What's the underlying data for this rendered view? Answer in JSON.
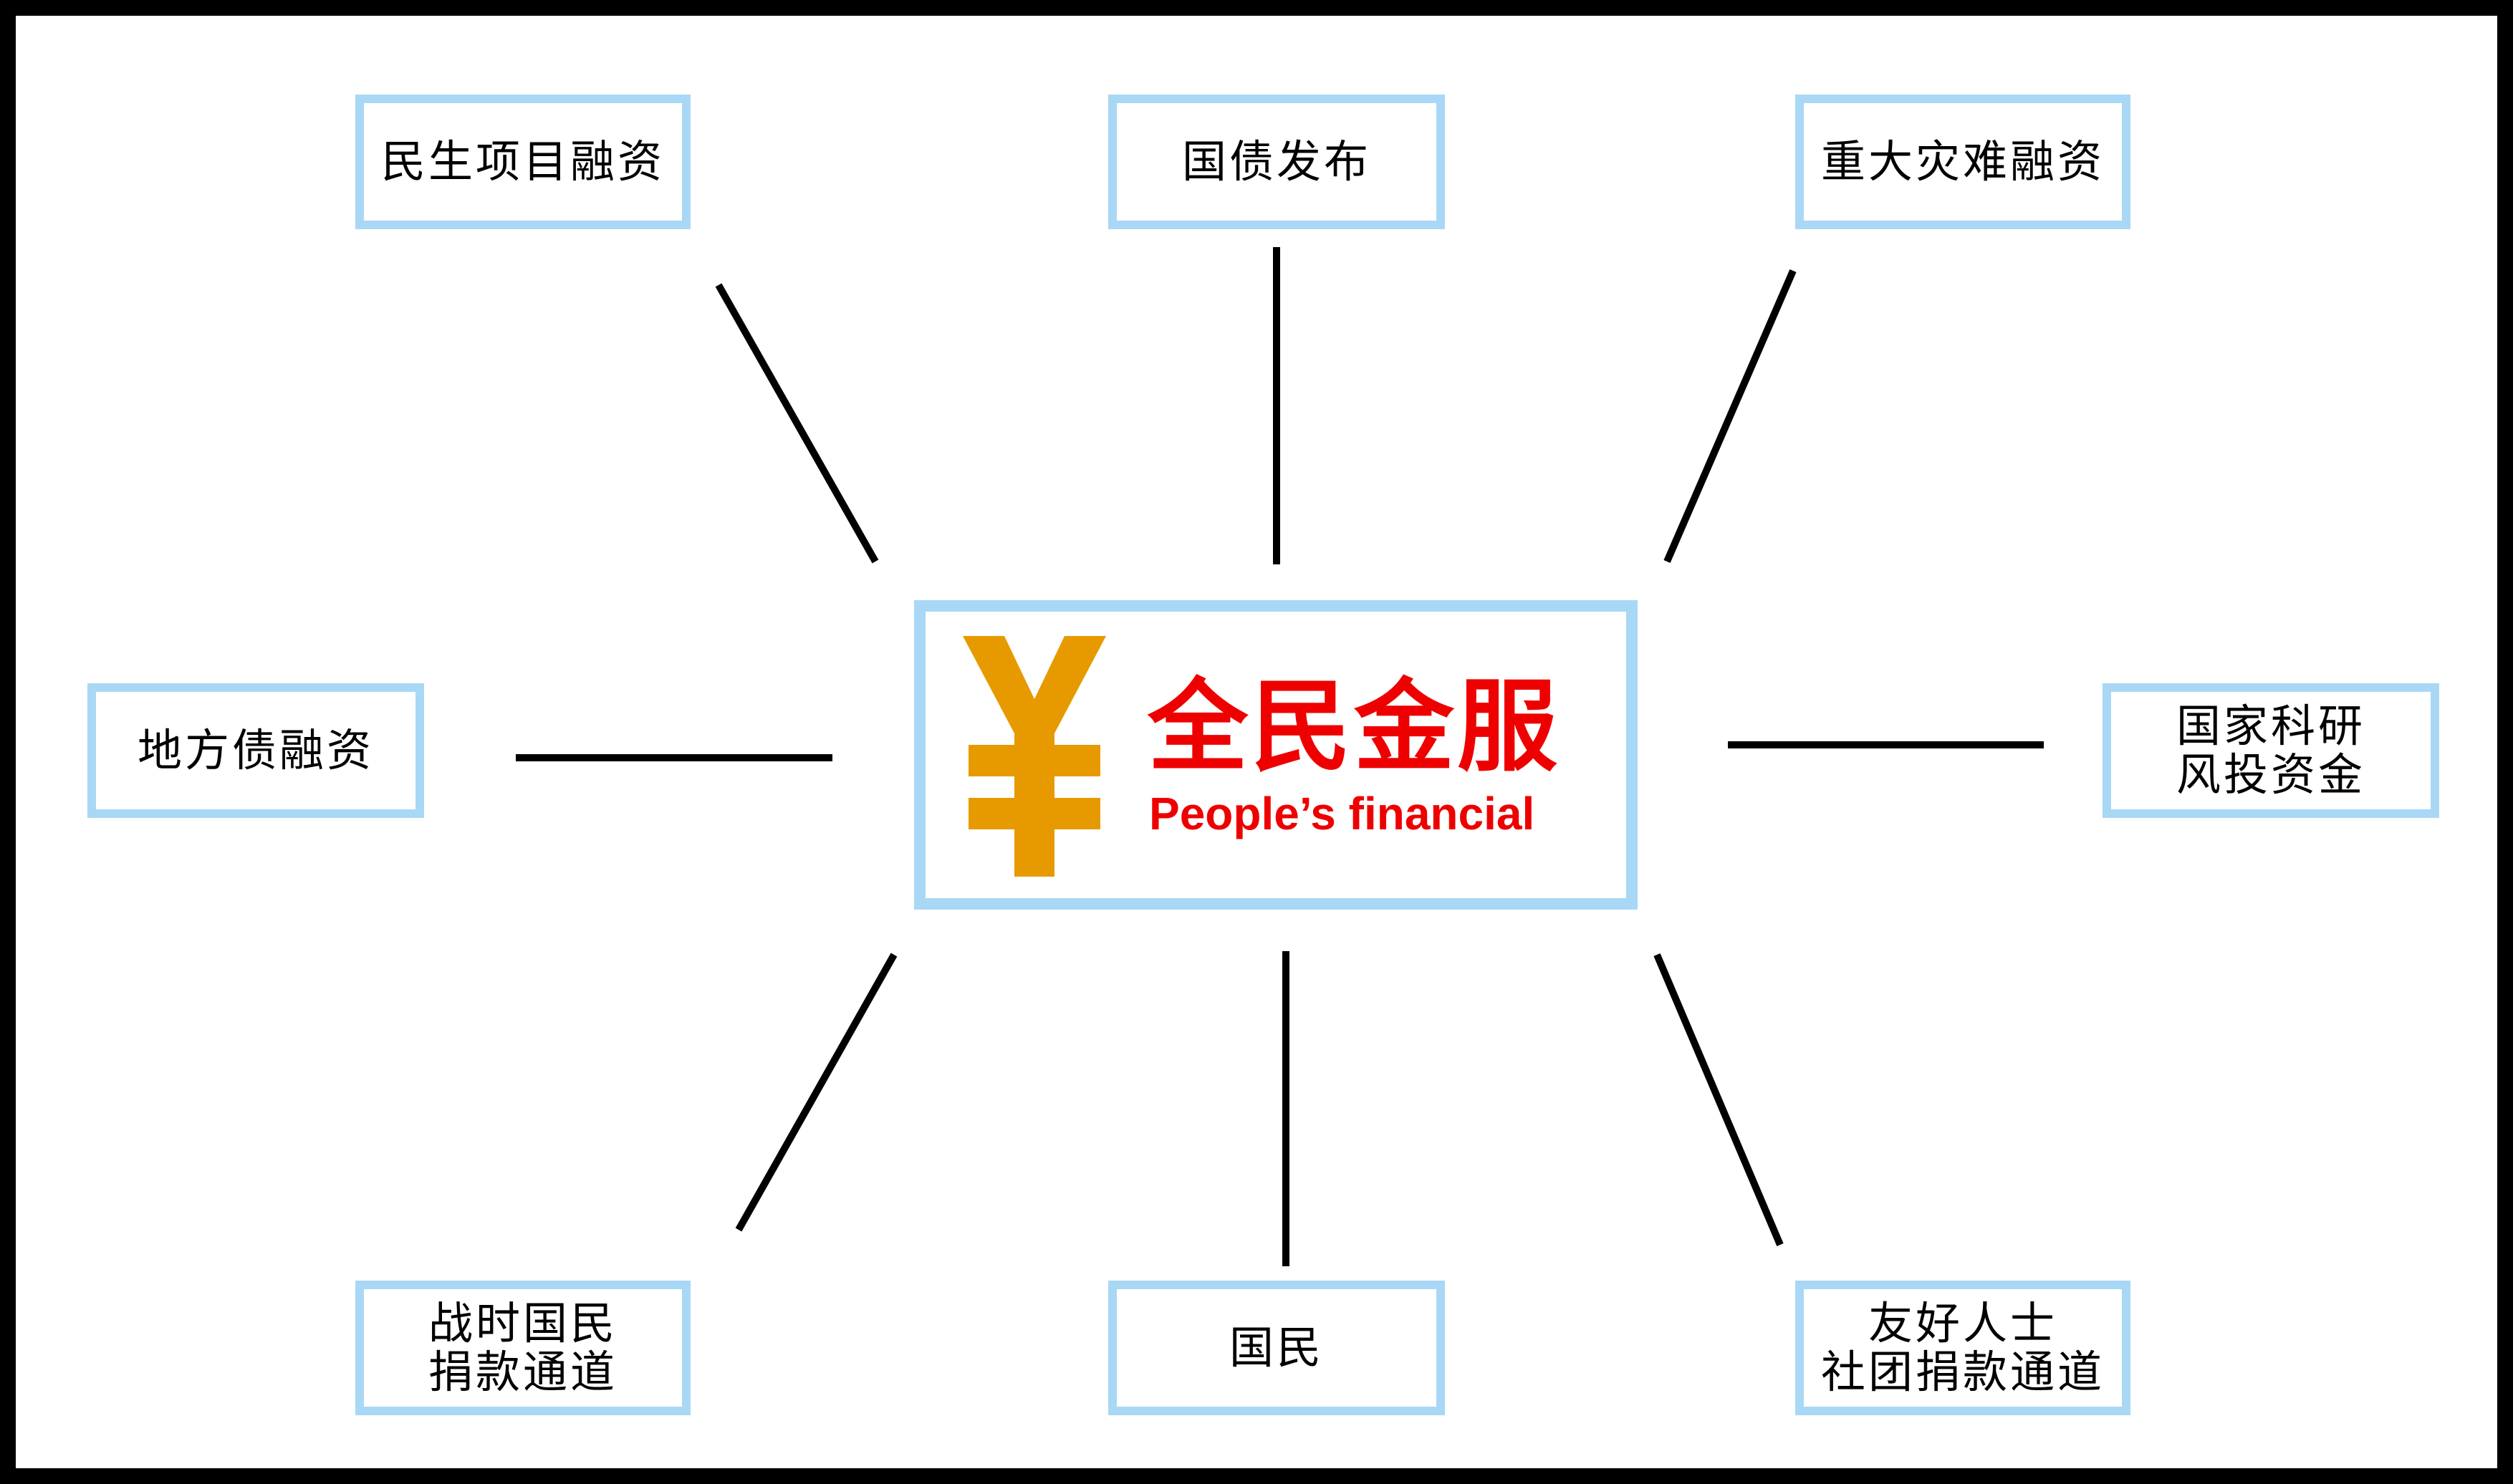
{
  "colors": {
    "frame": "#000000",
    "background": "#ffffff",
    "node_border": "#a8d8f5",
    "connector": "#000000",
    "hub_title": "#ee0000",
    "yen_icon": "#e69a00"
  },
  "hub": {
    "icon": "yen-icon",
    "title": "全民金服",
    "subtitle": "People’s financial"
  },
  "nodes": {
    "top_left": {
      "lines": [
        "民生项目融资"
      ]
    },
    "top_center": {
      "lines": [
        "国债发布"
      ]
    },
    "top_right": {
      "lines": [
        "重大灾难融资"
      ]
    },
    "middle_left": {
      "lines": [
        "地方债融资"
      ]
    },
    "middle_right": {
      "lines": [
        "国家科研",
        "风投资金"
      ]
    },
    "bottom_left": {
      "lines": [
        "战时国民",
        "捐款通道"
      ]
    },
    "bottom_center": {
      "lines": [
        "国民"
      ]
    },
    "bottom_right": {
      "lines": [
        "友好人士",
        "社团捐款通道"
      ]
    }
  }
}
